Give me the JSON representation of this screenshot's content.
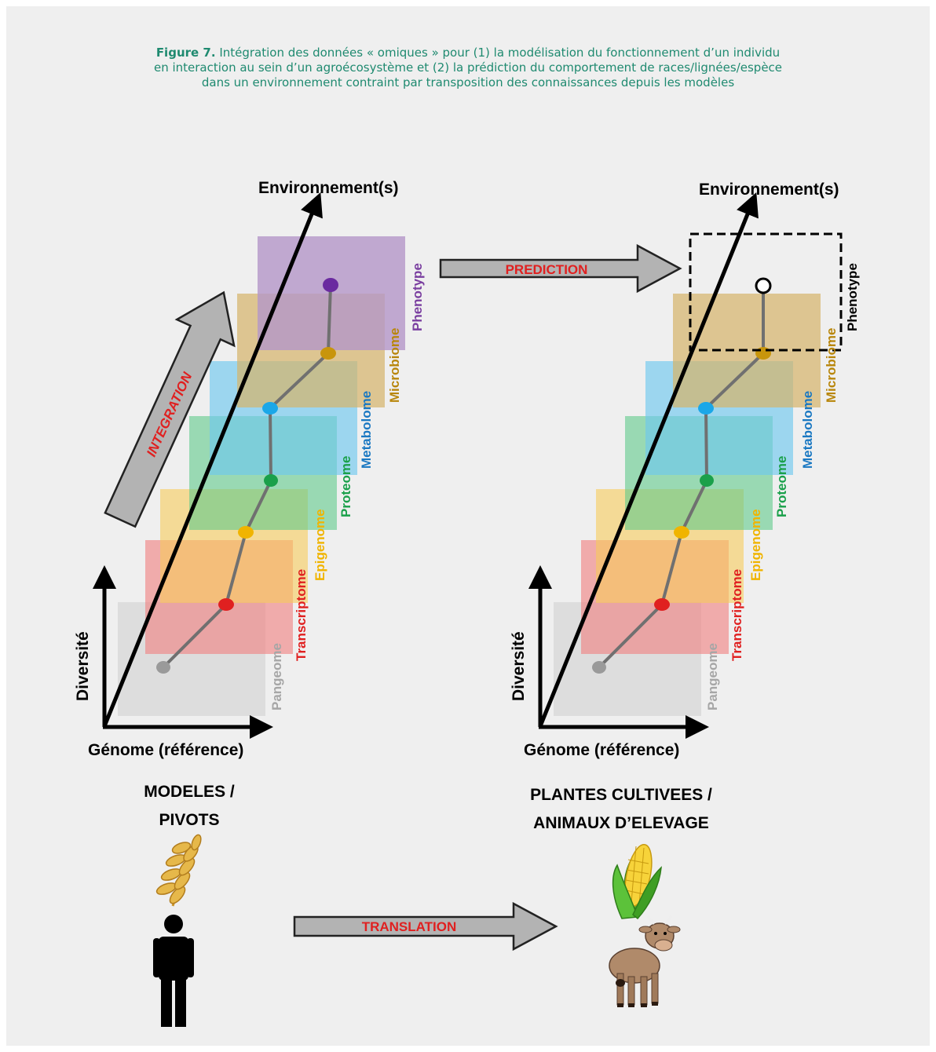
{
  "caption": {
    "figure_label": "Figure 7.",
    "line1": "Intégration des données « omiques » pour (1) la modélisation du fonctionnement d’un individu",
    "line2": "en interaction au sein d’un agroécosystème et (2) la prédiction du comportement de races/lignées/espèce",
    "line3": "dans un environnement contraint par transposition des connaissances depuis les modèles"
  },
  "axes": {
    "z_label": "Environnement(s)",
    "y_label": "Diversité",
    "x_label": "Génome (référence)"
  },
  "layers": [
    {
      "name": "Pangeome",
      "color": "#d9d9d9",
      "label_color": "#a6a6a6",
      "dot": "#9a9a9a"
    },
    {
      "name": "Transcriptome",
      "color": "#f08585",
      "label_color": "#e02020",
      "dot": "#e02020"
    },
    {
      "name": "Epigenome",
      "color": "#f6cb5a",
      "label_color": "#f0b400",
      "dot": "#f0b400"
    },
    {
      "name": "Proteome",
      "color": "#5fc98a",
      "label_color": "#1aa04a",
      "dot": "#1aa04a"
    },
    {
      "name": "Metabolome",
      "color": "#6ec7ee",
      "label_color": "#1a78c2",
      "dot": "#1aa7e8"
    },
    {
      "name": "Microbiome",
      "color": "#d6b46a",
      "label_color": "#b8860b",
      "dot": "#c8950c"
    },
    {
      "name": "Phenotype",
      "color": "#b496c8",
      "label_color": "#7a3fa0",
      "dot": "#6a2aa0"
    }
  ],
  "left_group": {
    "title_line1": "MODELES /",
    "title_line2": "PIVOTS"
  },
  "right_group": {
    "title_line1": "PLANTES CULTIVEES /",
    "title_line2": "ANIMAUX D’ELEVAGE",
    "phenotype_label": "Phenotype"
  },
  "arrows": {
    "integration": "INTEGRATION",
    "prediction": "PREDICTION",
    "translation": "TRANSLATION"
  },
  "icons": [
    "wheat-icon",
    "human-icon",
    "corn-icon",
    "cow-icon"
  ]
}
